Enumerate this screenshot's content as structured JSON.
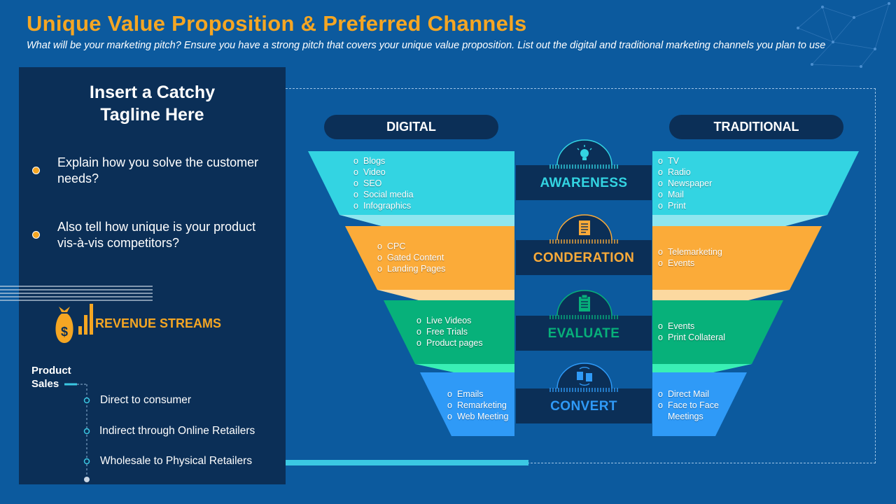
{
  "header": {
    "title": "Unique Value Proposition & Preferred Channels",
    "subtitle": "What will be your marketing pitch? Ensure you have a strong pitch that covers your unique value proposition. List out the digital and traditional marketing channels you plan to use"
  },
  "left_panel": {
    "tagline_line1": "Insert a Catchy",
    "tagline_line2": "Tagline Here",
    "bullets": [
      "Explain how you solve the customer needs?",
      "Also tell how unique is your product vis-à-vis competitors?"
    ],
    "revenue_label": "REVENUE STREAMS",
    "product_sales_line1": "Product",
    "product_sales_line2": "Sales",
    "streams": [
      "Direct to consumer",
      "Indirect through Online Retailers",
      "Wholesale to Physical Retailers"
    ]
  },
  "funnel": {
    "digital_header": "DIGITAL",
    "traditional_header": "TRADITIONAL",
    "stages": [
      {
        "name": "AWARENESS",
        "icon": "lightbulb-icon",
        "color": "#33d4e2",
        "label_color": "#33d4e2",
        "digital": [
          "Blogs",
          "Video",
          "SEO",
          "Social media",
          "Infographics"
        ],
        "traditional": [
          "TV",
          "Radio",
          "Newspaper",
          "Mail",
          "Print"
        ]
      },
      {
        "name": "CONDERATION",
        "icon": "document-icon",
        "color": "#fbab39",
        "label_color": "#fbab39",
        "digital": [
          "CPC",
          "Gated Content",
          "Landing Pages"
        ],
        "traditional": [
          "Telemarketing",
          "Events"
        ]
      },
      {
        "name": "EVALUATE",
        "icon": "clipboard-icon",
        "color": "#07b17a",
        "label_color": "#07b17a",
        "digital": [
          "Live Videos",
          "Free Trials",
          "Product pages"
        ],
        "traditional": [
          "Events",
          "Print Collateral"
        ]
      },
      {
        "name": "CONVERT",
        "icon": "exchange-icon",
        "color": "#2f9af7",
        "label_color": "#2f9af7",
        "digital": [
          "Emails",
          "Remarketing",
          "Web Meeting"
        ],
        "traditional": [
          "Direct Mail",
          "Face to Face",
          "Meetings"
        ]
      }
    ]
  },
  "colors": {
    "background": "#0c5a9e",
    "panel": "#0b2f57",
    "accent": "#f5a623"
  }
}
